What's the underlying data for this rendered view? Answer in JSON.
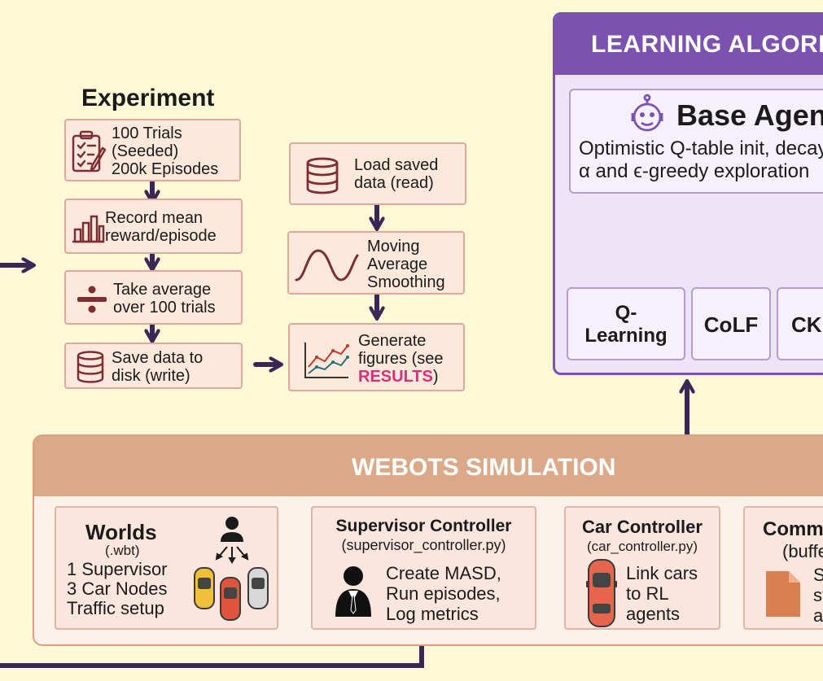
{
  "experiment": {
    "title": "Experiment",
    "step1": [
      "100 Trials",
      "(Seeded)",
      "200k Episodes"
    ],
    "step2": [
      "Record mean",
      "reward/episode"
    ],
    "step3": [
      "Take average",
      "over 100 trials"
    ],
    "step4": [
      "Save data to",
      "disk (write)"
    ]
  },
  "analysis": {
    "step1": [
      "Load saved",
      "data (read)"
    ],
    "step2": [
      "Moving",
      "Average",
      "Smoothing"
    ],
    "step3_lines": [
      "Generate",
      "figures (see"
    ],
    "step3_link": "RESULTS",
    "step3_end": ")"
  },
  "learning": {
    "header": "LEARNING ALGORITHMS",
    "base_title": "Base Agent",
    "base_desc": [
      "Optimistic Q-table init, decaying",
      "α and ϵ-greedy exploration"
    ],
    "algos": [
      [
        "Q-",
        "Learning"
      ],
      [
        "CoLF"
      ],
      [
        "CK"
      ]
    ]
  },
  "webots": {
    "header": "WEBOTS SIMULATION",
    "worlds": {
      "title": "Worlds",
      "sub": "(.wbt)",
      "lines": [
        "1 Supervisor",
        "3 Car Nodes",
        "Traffic setup"
      ]
    },
    "supervisor": {
      "title": "Supervisor Controller",
      "sub": "(supervisor_controller.py)",
      "lines": [
        "Create MASD,",
        "Run episodes,",
        "Log metrics"
      ]
    },
    "car": {
      "title": "Car Controller",
      "sub": "(car_controller.py)",
      "lines": [
        "Link cars",
        "to RL",
        "agents"
      ]
    },
    "comm": {
      "title": "Communication",
      "sub": "(buffer)",
      "lines": [
        "Share",
        "state",
        "actions"
      ]
    }
  },
  "colors": {
    "maroon": "#7c2e33",
    "navy": "#3b2756",
    "purple": "#7b52b0",
    "link": "#d6307a"
  },
  "icons": [
    "clipboard-icon",
    "bar-chart-icon",
    "divide-icon",
    "database-icon",
    "sine-wave-icon",
    "line-chart-icon",
    "robot-icon",
    "supervisor-person-icon",
    "car-icon",
    "document-icon"
  ]
}
